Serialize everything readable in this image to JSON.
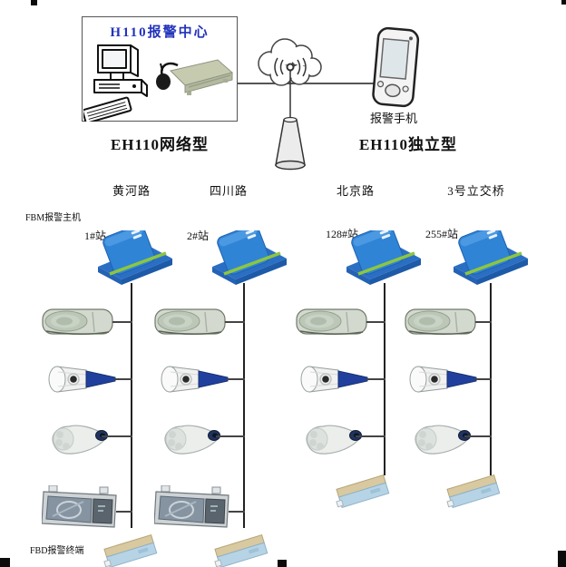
{
  "header": {
    "center_box_title": "H110报警中心",
    "network_type_label": "EH110网络型",
    "phone_label": "报警手机",
    "standalone_type_label": "EH110独立型"
  },
  "network": {
    "host_label": "FBM报警主机",
    "terminal_label": "FBD报警终端",
    "columns": [
      {
        "road": "黄河路",
        "station": "1#站"
      },
      {
        "road": "四川路",
        "station": "2#站"
      },
      {
        "road": "北京路",
        "station": "128#站"
      },
      {
        "road": "3号立交桥",
        "station": "255#站"
      }
    ]
  },
  "colors": {
    "title_blue": "#2233bb",
    "fbm_device_blue": "#2f84d6",
    "fbm_stripe_green": "#8dc63f",
    "horn_cone_navy": "#21409e",
    "modem_sage": "#c6cbb0",
    "fbd_top_tan": "#d9c9a0",
    "fbd_front_blue": "#b6d4e6"
  }
}
